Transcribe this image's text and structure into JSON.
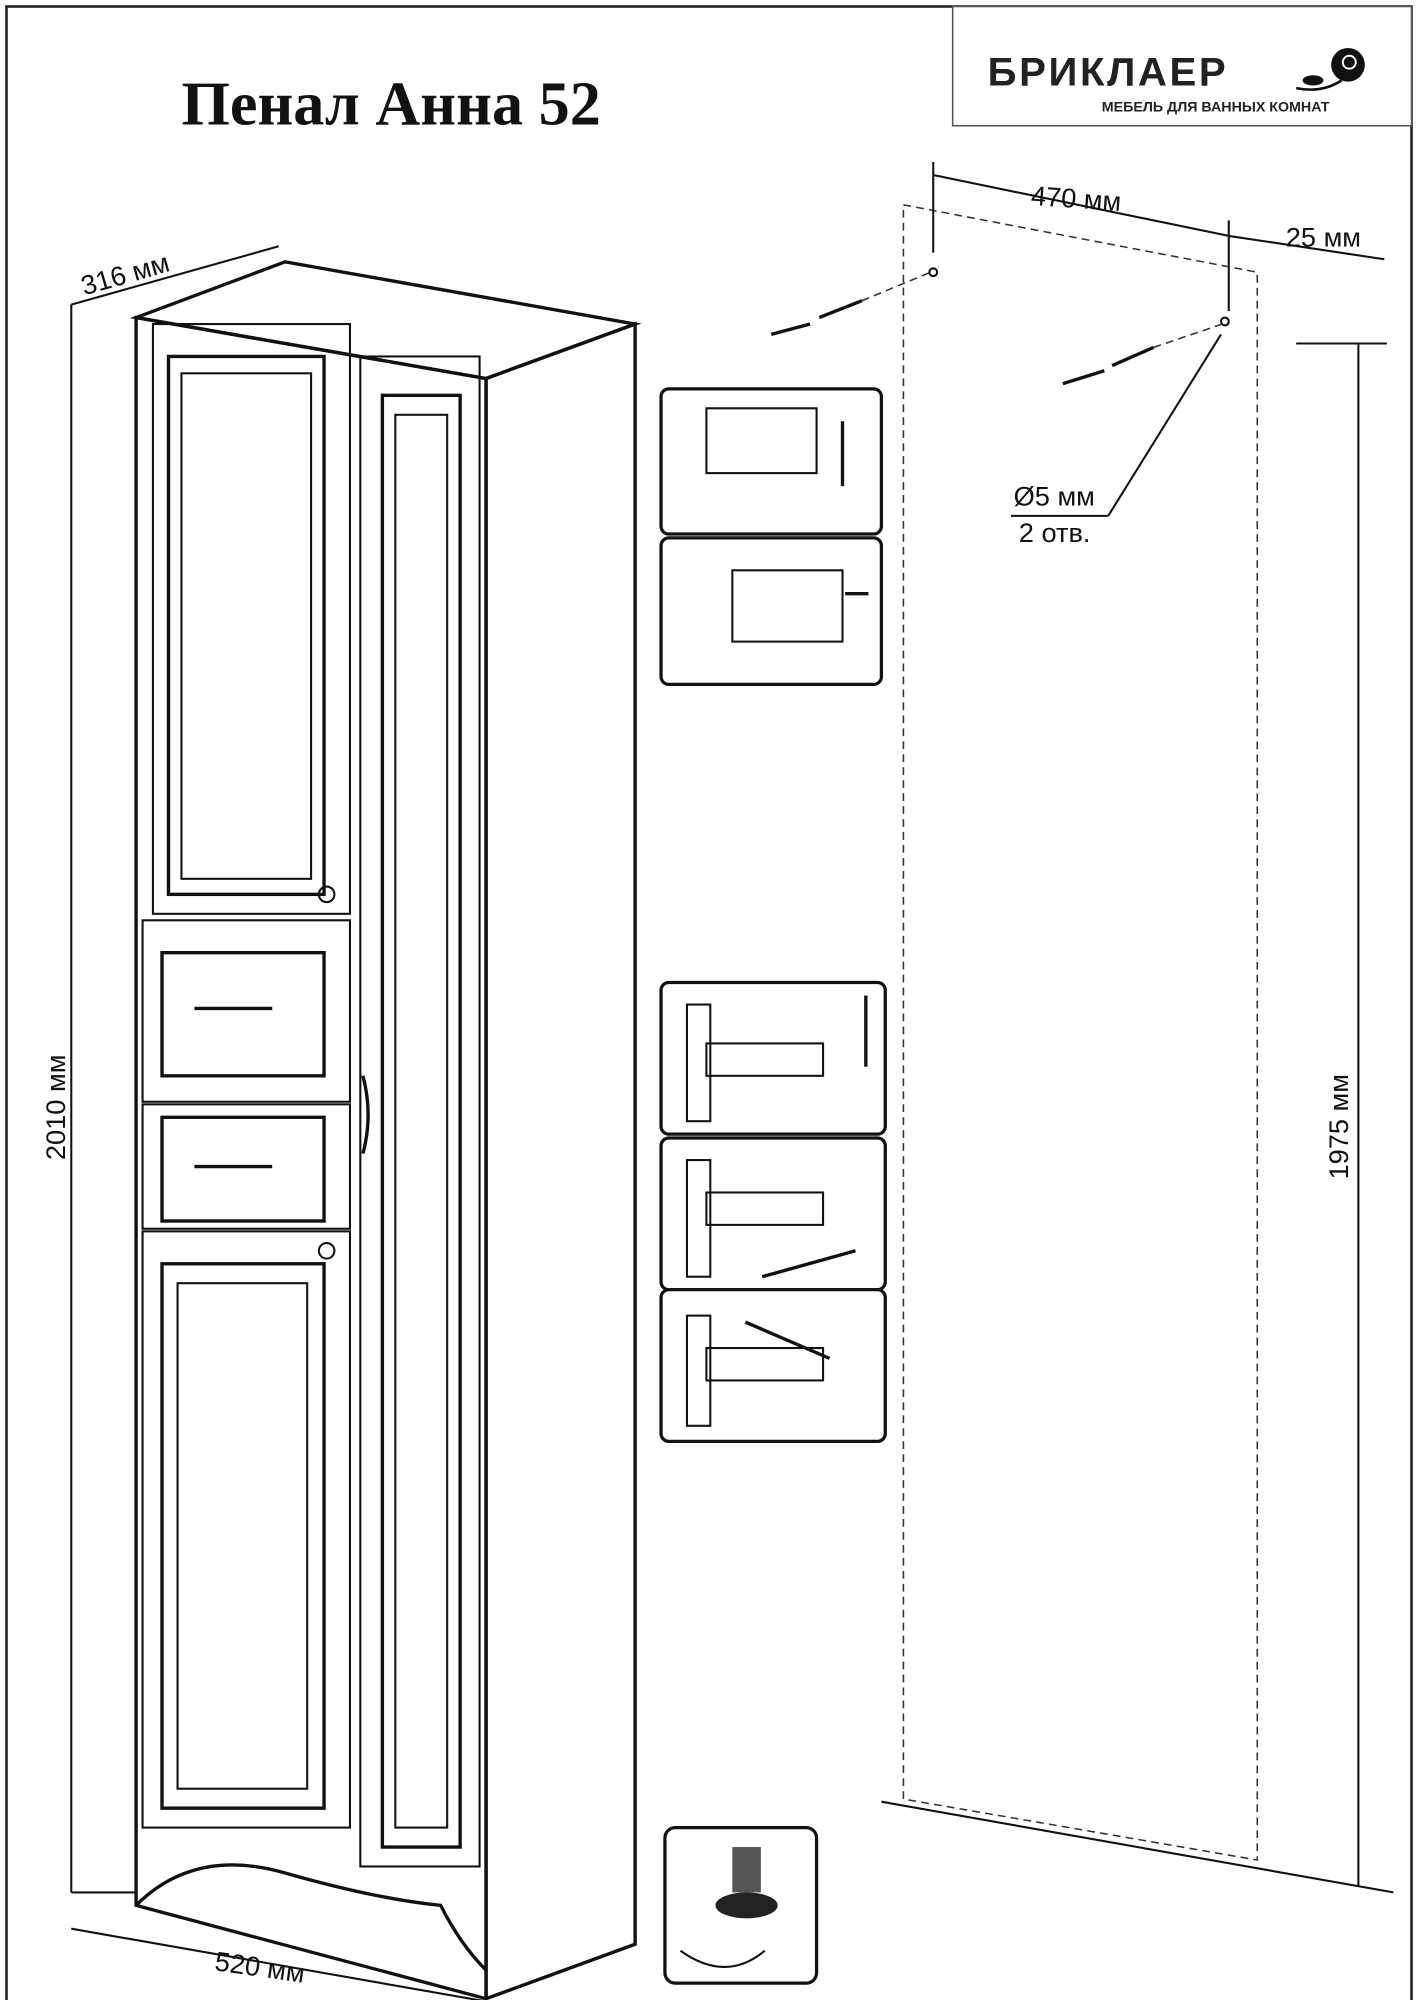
{
  "title": "Пенал Анна 52",
  "logo": {
    "brand": "БРИКЛАЕР",
    "tagline": "МЕБЕЛЬ ДЛЯ ВАННЫХ КОМНАТ"
  },
  "dimensions": {
    "depth": "316 мм",
    "height": "2010 мм",
    "width": "520 мм",
    "hole_spacing": "470 мм",
    "edge_offset": "25 мм",
    "hole_diameter": "Ø5 мм",
    "hole_count": "2 отв.",
    "mount_height": "1975 мм"
  }
}
